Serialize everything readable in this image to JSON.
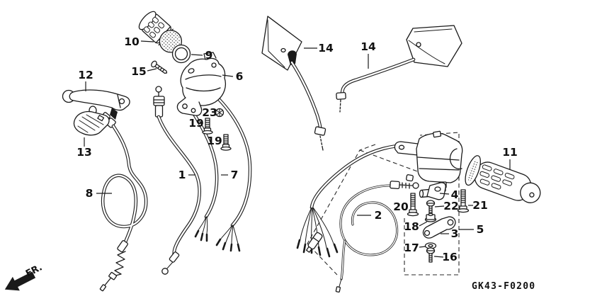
{
  "diagram": {
    "code": "GK43-F0200",
    "front_label": "FR.",
    "background": "#ffffff",
    "line_color": "#1a1a1a"
  },
  "callouts": [
    {
      "part": "10"
    },
    {
      "part": "9"
    },
    {
      "part": "15"
    },
    {
      "part": "6"
    },
    {
      "part": "12"
    },
    {
      "part": "13"
    },
    {
      "part": "23"
    },
    {
      "part": "19"
    },
    {
      "part": "19"
    },
    {
      "part": "1"
    },
    {
      "part": "7"
    },
    {
      "part": "8"
    },
    {
      "part": "14"
    },
    {
      "part": "14"
    },
    {
      "part": "11"
    },
    {
      "part": "4"
    },
    {
      "part": "22"
    },
    {
      "part": "21"
    },
    {
      "part": "20"
    },
    {
      "part": "18"
    },
    {
      "part": "3"
    },
    {
      "part": "5"
    },
    {
      "part": "17"
    },
    {
      "part": "16"
    },
    {
      "part": "2"
    }
  ]
}
